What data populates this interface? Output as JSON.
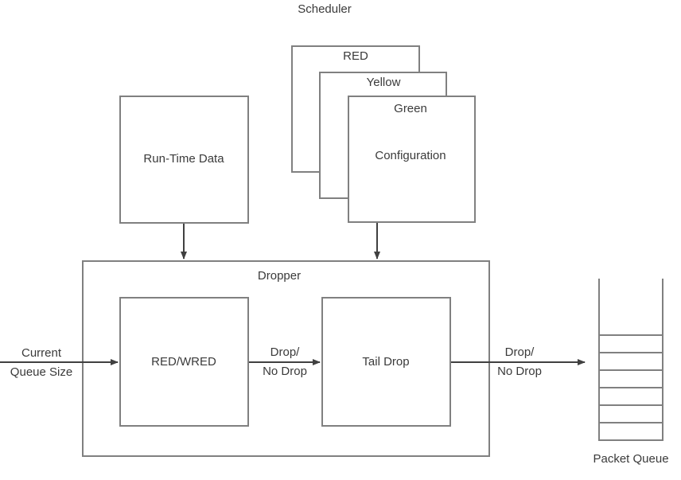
{
  "diagram": {
    "title_scheduler": "Scheduler",
    "nodes": {
      "run_time_data": "Run-Time Data",
      "card_red": "RED",
      "card_yellow": "Yellow",
      "card_green": "Green",
      "card_configuration": "Configuration",
      "dropper": "Dropper",
      "red_wred": "RED/WRED",
      "tail_drop": "Tail Drop",
      "packet_queue": "Packet Queue"
    },
    "edge_labels": {
      "input_line1": "Current",
      "input_line2": "Queue Size",
      "mid_line1": "Drop/",
      "mid_line2": "No Drop",
      "out_line1": "Drop/",
      "out_line2": "No Drop"
    },
    "colors": {
      "stroke": "#808080",
      "text": "#3a3a3a",
      "background": "#ffffff",
      "arrow": "#404040"
    },
    "queue": {
      "cell_count": 6
    }
  }
}
